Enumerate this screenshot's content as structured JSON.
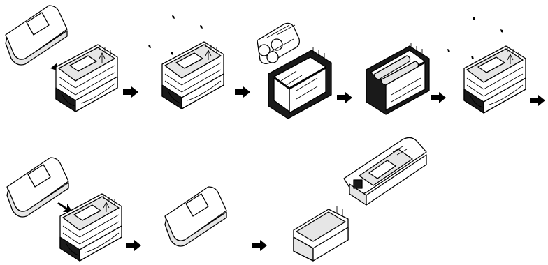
{
  "figure": {
    "kind": "battery-replacement-procedure",
    "text_labels": [],
    "colors": {
      "ink": "#000000",
      "paper": "#ffffff",
      "body_gray": "#e6e6e6",
      "dark_fill": "#1a1a1a"
    },
    "steps": [
      {
        "id": 1,
        "action": "slide-off-back-cover"
      },
      {
        "id": 2,
        "action": "remove-four-screws"
      },
      {
        "id": 3,
        "action": "open-case-insert-batteries"
      },
      {
        "id": 4,
        "action": "batteries-installed"
      },
      {
        "id": 5,
        "action": "reinstall-four-screws"
      },
      {
        "id": 6,
        "action": "slide-on-back-cover"
      },
      {
        "id": 7,
        "action": "battery-pack-assembled"
      },
      {
        "id": 8,
        "action": "attach-pack-to-radio"
      }
    ]
  }
}
